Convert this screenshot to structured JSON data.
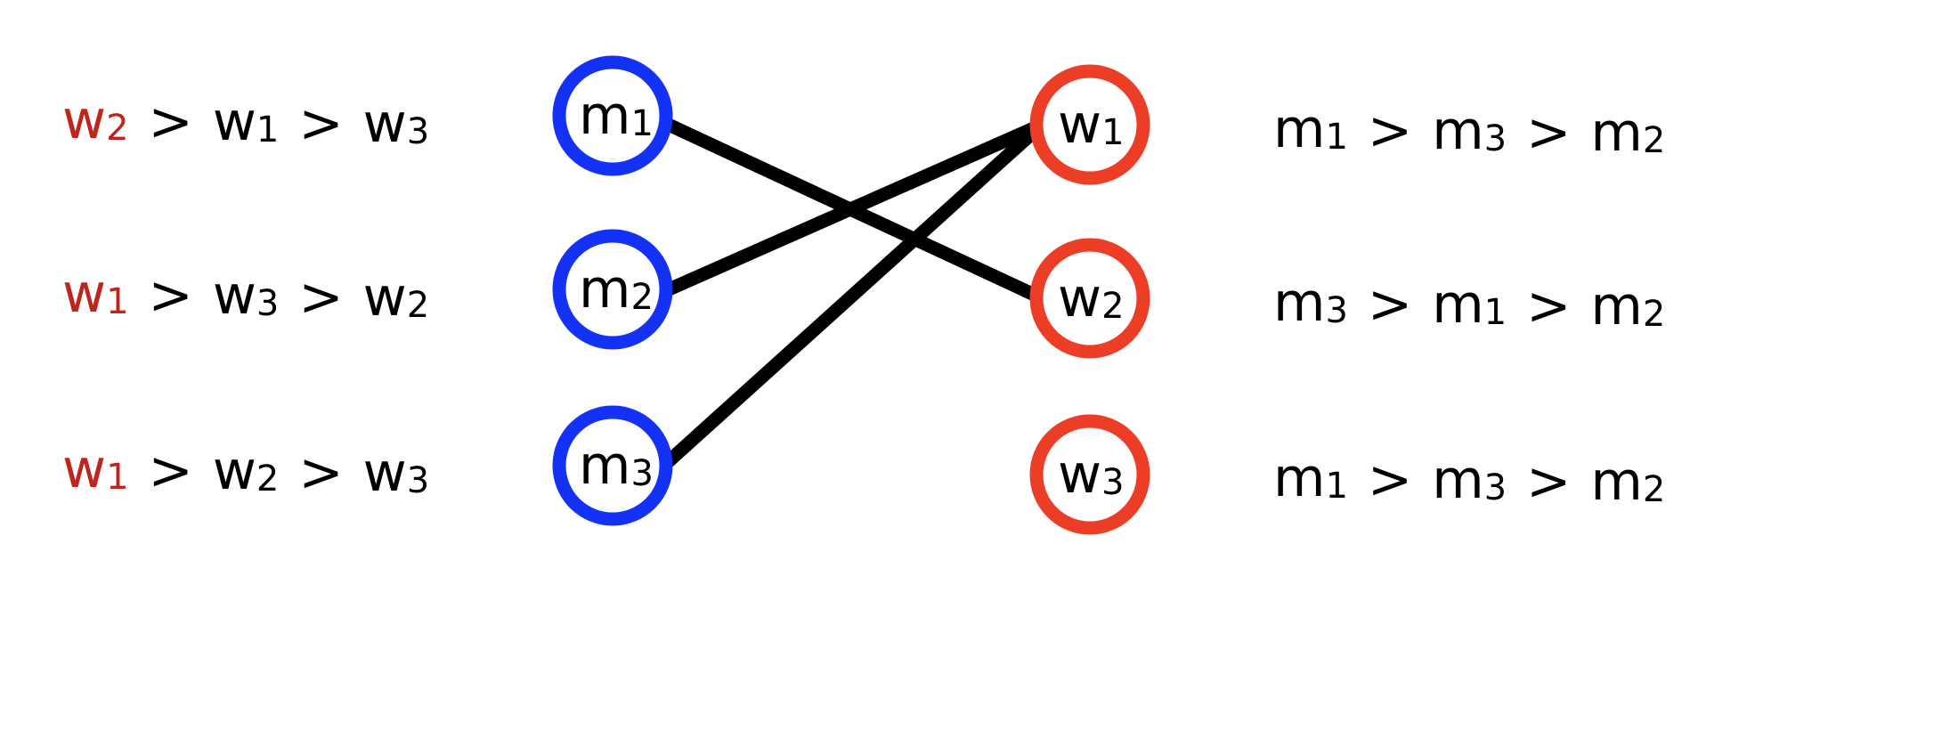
{
  "colors": {
    "men": "#1432f5",
    "women": "#ec3d27",
    "highlight": "#c0241b",
    "edge": "#000000",
    "text": "#000000"
  },
  "men": [
    {
      "id": "m1",
      "letter": "m",
      "index": "1",
      "preferences": [
        {
          "letter": "w",
          "index": "2",
          "highlight": true
        },
        {
          "letter": "w",
          "index": "1",
          "highlight": false
        },
        {
          "letter": "w",
          "index": "3",
          "highlight": false
        }
      ]
    },
    {
      "id": "m2",
      "letter": "m",
      "index": "2",
      "preferences": [
        {
          "letter": "w",
          "index": "1",
          "highlight": true
        },
        {
          "letter": "w",
          "index": "3",
          "highlight": false
        },
        {
          "letter": "w",
          "index": "2",
          "highlight": false
        }
      ]
    },
    {
      "id": "m3",
      "letter": "m",
      "index": "3",
      "preferences": [
        {
          "letter": "w",
          "index": "1",
          "highlight": true
        },
        {
          "letter": "w",
          "index": "2",
          "highlight": false
        },
        {
          "letter": "w",
          "index": "3",
          "highlight": false
        }
      ]
    }
  ],
  "women": [
    {
      "id": "w1",
      "letter": "w",
      "index": "1",
      "preferences": [
        {
          "letter": "m",
          "index": "1"
        },
        {
          "letter": "m",
          "index": "3"
        },
        {
          "letter": "m",
          "index": "2"
        }
      ]
    },
    {
      "id": "w2",
      "letter": "w",
      "index": "2",
      "preferences": [
        {
          "letter": "m",
          "index": "3"
        },
        {
          "letter": "m",
          "index": "1"
        },
        {
          "letter": "m",
          "index": "2"
        }
      ]
    },
    {
      "id": "w3",
      "letter": "w",
      "index": "3",
      "preferences": [
        {
          "letter": "m",
          "index": "1"
        },
        {
          "letter": "m",
          "index": "3"
        },
        {
          "letter": "m",
          "index": "2"
        }
      ]
    }
  ],
  "separator": ">",
  "edges": [
    {
      "from": "m1",
      "to": "w2"
    },
    {
      "from": "m2",
      "to": "w1"
    },
    {
      "from": "m3",
      "to": "w1"
    }
  ]
}
